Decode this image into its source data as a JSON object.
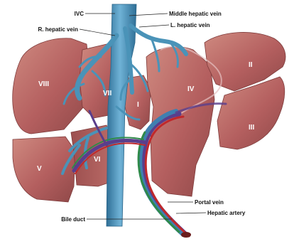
{
  "labels": {
    "ivc": "IVC",
    "r_hepatic_vein": "R. hepatic vein",
    "middle_hepatic_vein": "Middle hepatic vein",
    "l_hepatic_vein": "L. hepatic vein",
    "portal_vein": "Portal vein",
    "hepatic_artery": "Hepatic artery",
    "bile_duct": "Bile duct"
  },
  "segments": {
    "s1": "I",
    "s2": "II",
    "s3": "III",
    "s4": "IV",
    "s5": "V",
    "s6": "VI",
    "s7": "VII",
    "s8": "VIII"
  },
  "colors": {
    "liver": "#b86363",
    "liver_dark": "#8f4545",
    "liver_light": "#d28a82",
    "vein": "#4a93b8",
    "portal": "#3f7fb0",
    "artery": "#c0282b",
    "bile": "#2f8a4a",
    "duct_purple": "#5a3e8c"
  }
}
